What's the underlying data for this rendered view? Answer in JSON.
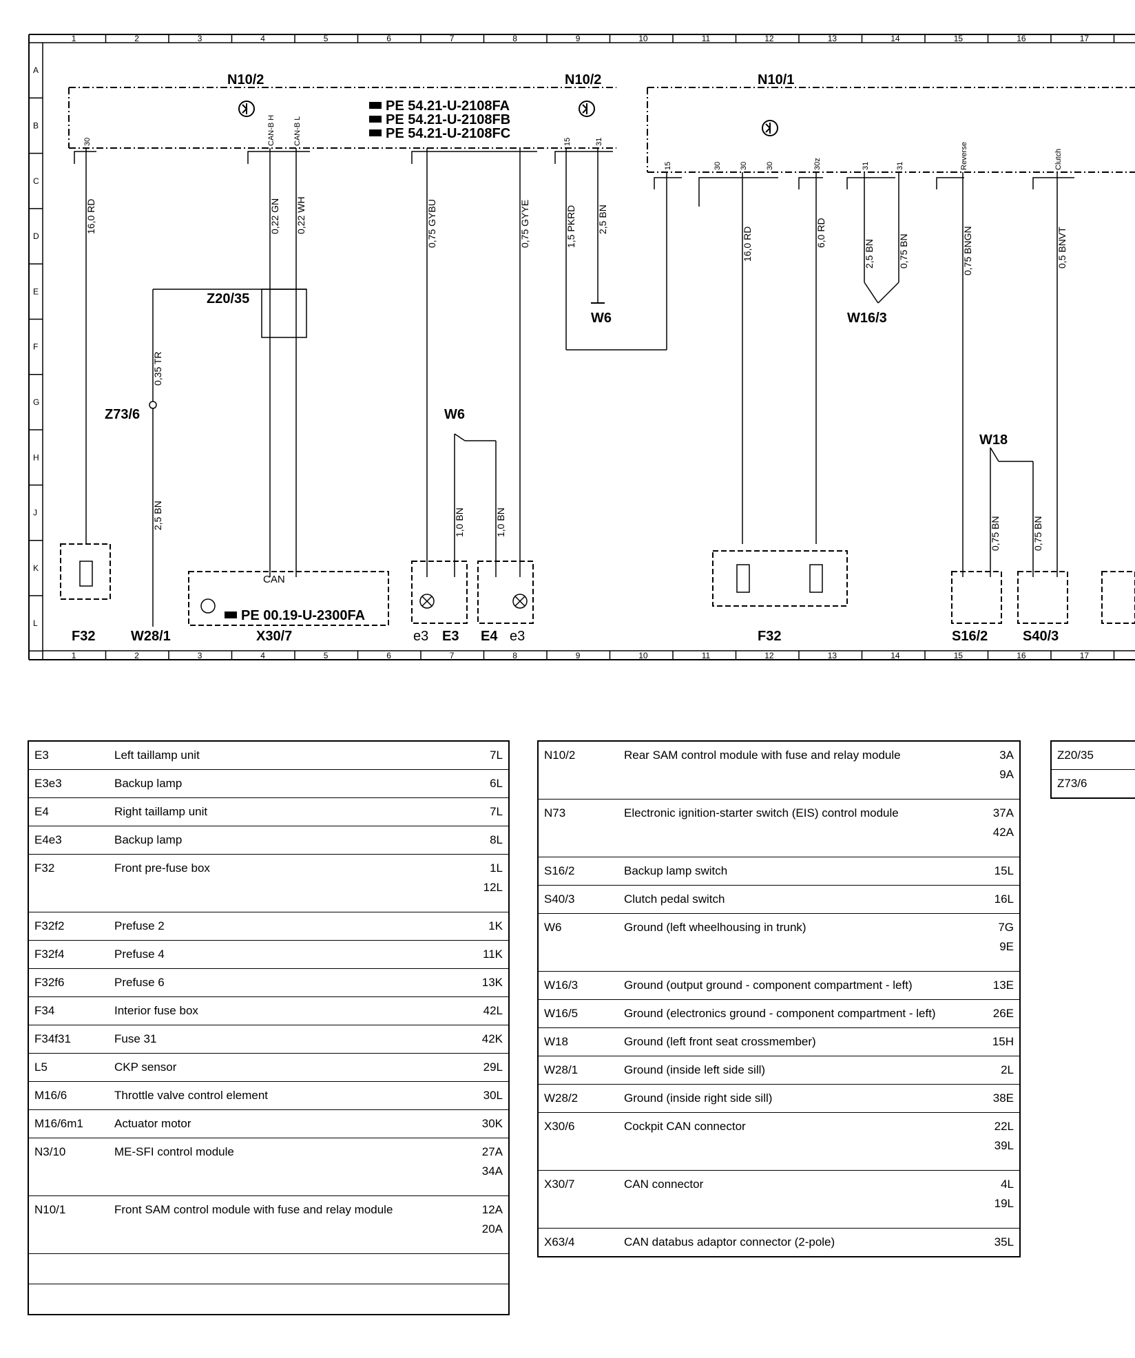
{
  "grid": {
    "columns": [
      "1",
      "2",
      "3",
      "4",
      "5",
      "6",
      "7",
      "8",
      "9",
      "10",
      "11",
      "12",
      "13",
      "14",
      "15",
      "16",
      "17"
    ],
    "rows": [
      "A",
      "B",
      "C",
      "D",
      "E",
      "F",
      "G",
      "H",
      "J",
      "K",
      "L"
    ]
  },
  "components": {
    "n10_2_left": "N10/2",
    "n10_2_right": "N10/2",
    "n10_1": "N10/1",
    "pe_refs": [
      "PE  54.21-U-2108FA",
      "PE  54.21-U-2108FB",
      "PE  54.21-U-2108FC"
    ],
    "pe_can": "PE  00.19-U-2300FA",
    "z20_35": "Z20/35",
    "z73_6": "Z73/6",
    "w6_top": "W6",
    "w6_mid": "W6",
    "w16_3": "W16/3",
    "w18": "W18",
    "f32_left": "F32",
    "w28_1": "W28/1",
    "x30_7": "X30/7",
    "e3_left": "e3",
    "e3": "E3",
    "e4": "E4",
    "e3_right": "e3",
    "f32_right": "F32",
    "s16_2": "S16/2",
    "s40_3": "S40/3",
    "can": "CAN"
  },
  "wires": {
    "w1": "16,0  RD",
    "w2": "0,22  GN",
    "w3": "0,22  WH",
    "w4": "0,75  GYBU",
    "w5": "0,75  GYYE",
    "w6": "1,5  PKRD",
    "w7": "2,5  BN",
    "w8": "16,0  RD",
    "w9": "6,0  RD",
    "w10": "2,5  BN",
    "w11": "0,75  BN",
    "w12": "0,75  BNGN",
    "w13": "0,5  BNVT",
    "w14": "0,35  TR",
    "w15": "2,5  BN",
    "w16": "1,0  BN",
    "w17": "1,0  BN",
    "w18": "0,75  BN",
    "w19": "0,75  BN"
  },
  "pin_labels": {
    "p30a": "30",
    "canbh": "CAN-B H",
    "canbl": "CAN-B L",
    "p15a": "15",
    "p31a": "31",
    "p15b": "15",
    "p30b": "30",
    "p30c": "30",
    "p30d": "30",
    "p30z": "30z",
    "p31b": "31",
    "p31c": "31",
    "reverse": "Reverse",
    "clutch": "Clutch"
  },
  "legend": {
    "table1": [
      {
        "code": "E3",
        "desc": "Left taillamp unit",
        "loc": [
          "7L"
        ]
      },
      {
        "code": "E3e3",
        "desc": "Backup lamp",
        "loc": [
          "6L"
        ]
      },
      {
        "code": "E4",
        "desc": "Right taillamp unit",
        "loc": [
          "7L"
        ]
      },
      {
        "code": "E4e3",
        "desc": "Backup lamp",
        "loc": [
          "8L"
        ]
      },
      {
        "code": "F32",
        "desc": "Front pre-fuse box",
        "loc": [
          "1L",
          "12L"
        ]
      },
      {
        "code": "F32f2",
        "desc": "Prefuse 2",
        "loc": [
          "1K"
        ]
      },
      {
        "code": "F32f4",
        "desc": "Prefuse 4",
        "loc": [
          "11K"
        ]
      },
      {
        "code": "F32f6",
        "desc": "Prefuse 6",
        "loc": [
          "13K"
        ]
      },
      {
        "code": "F34",
        "desc": "Interior fuse box",
        "loc": [
          "42L"
        ]
      },
      {
        "code": "F34f31",
        "desc": "Fuse 31",
        "loc": [
          "42K"
        ]
      },
      {
        "code": "L5",
        "desc": "CKP sensor",
        "loc": [
          "29L"
        ]
      },
      {
        "code": "M16/6",
        "desc": "Throttle valve control element",
        "loc": [
          "30L"
        ]
      },
      {
        "code": "M16/6m1",
        "desc": "Actuator motor",
        "loc": [
          "30K"
        ]
      },
      {
        "code": "N3/10",
        "desc": "ME-SFI control module",
        "loc": [
          "27A",
          "34A"
        ]
      },
      {
        "code": "N10/1",
        "desc": "Front SAM control module with fuse and relay module",
        "loc": [
          "12A",
          "20A"
        ]
      },
      {
        "code": "",
        "desc": "",
        "loc": []
      },
      {
        "code": "",
        "desc": "",
        "loc": []
      }
    ],
    "table2": [
      {
        "code": "N10/2",
        "desc": "Rear SAM control module with fuse and relay module",
        "loc": [
          "3A",
          "9A"
        ]
      },
      {
        "code": "N73",
        "desc": "Electronic ignition-starter switch (EIS) control module",
        "loc": [
          "37A",
          "42A"
        ]
      },
      {
        "code": "S16/2",
        "desc": "Backup lamp switch",
        "loc": [
          "15L"
        ]
      },
      {
        "code": "S40/3",
        "desc": "Clutch pedal switch",
        "loc": [
          "16L"
        ]
      },
      {
        "code": "W6",
        "desc": "Ground (left wheelhousing in trunk)",
        "loc": [
          "7G",
          "9E"
        ]
      },
      {
        "code": "W16/3",
        "desc": "Ground (output ground - component compartment - left)",
        "loc": [
          "13E"
        ]
      },
      {
        "code": "W16/5",
        "desc": "Ground (electronics ground - component compartment - left)",
        "loc": [
          "26E"
        ]
      },
      {
        "code": "W18",
        "desc": "Ground (left front seat crossmember)",
        "loc": [
          "15H"
        ]
      },
      {
        "code": "W28/1",
        "desc": "Ground (inside left side sill)",
        "loc": [
          "2L"
        ]
      },
      {
        "code": "W28/2",
        "desc": "Ground (inside right side sill)",
        "loc": [
          "38E"
        ]
      },
      {
        "code": "X30/6",
        "desc": "Cockpit CAN connector",
        "loc": [
          "22L",
          "39L"
        ]
      },
      {
        "code": "X30/7",
        "desc": "CAN connector",
        "loc": [
          "4L",
          "19L"
        ]
      },
      {
        "code": "X63/4",
        "desc": "CAN databus adaptor connector (2-pole)",
        "loc": [
          "35L"
        ]
      }
    ],
    "table3": [
      {
        "code": "Z20/35"
      },
      {
        "code": "Z73/6"
      }
    ]
  }
}
